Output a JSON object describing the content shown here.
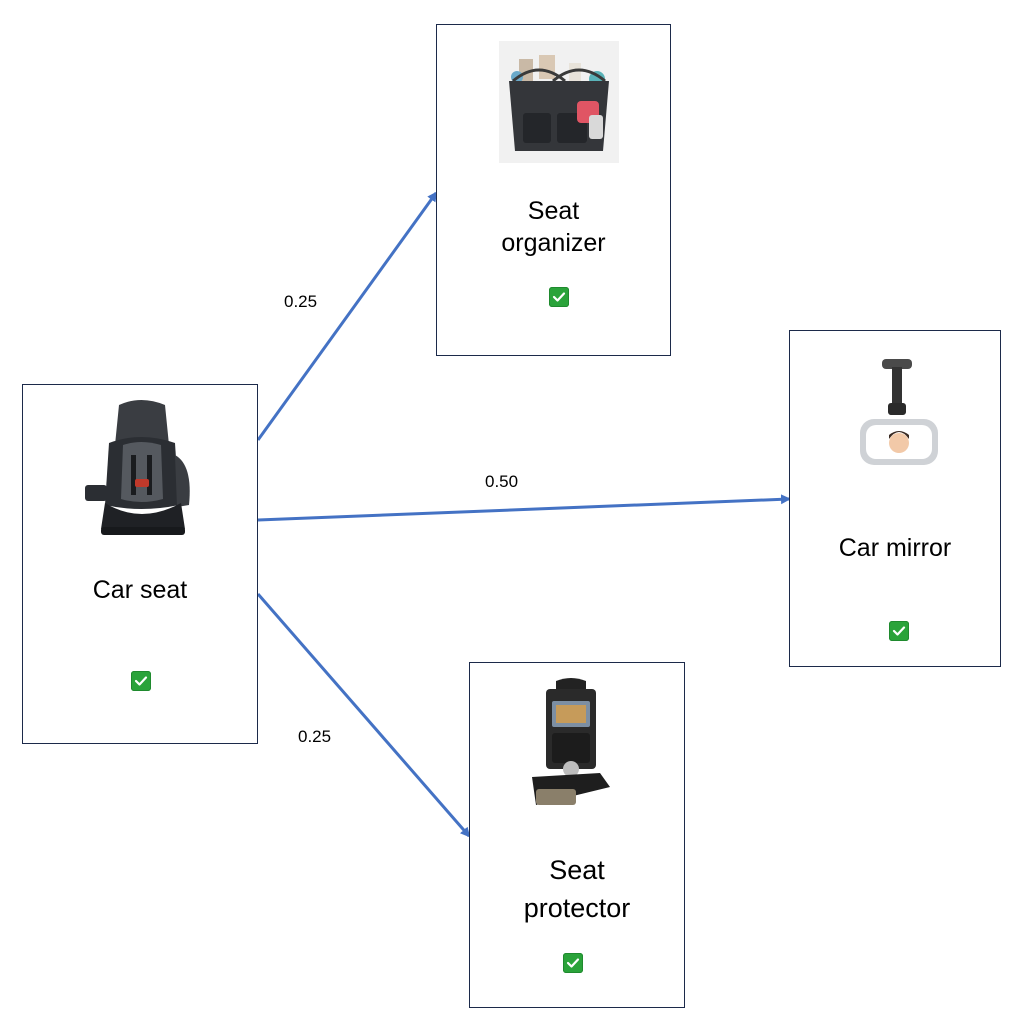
{
  "nodes": {
    "car_seat": {
      "label": "Car seat",
      "checked": true
    },
    "seat_organizer": {
      "label": "Seat\norganizer",
      "checked": true
    },
    "car_mirror": {
      "label": "Car mirror",
      "checked": true
    },
    "seat_protector": {
      "label": "Seat\nprotector",
      "checked": true
    }
  },
  "edges": [
    {
      "from": "car_seat",
      "to": "seat_organizer",
      "weight": "0.25"
    },
    {
      "from": "car_seat",
      "to": "car_mirror",
      "weight": "0.50"
    },
    {
      "from": "car_seat",
      "to": "seat_protector",
      "weight": "0.25"
    }
  ],
  "colors": {
    "edge": "#4472c4",
    "card_border": "#1c2a4a",
    "check_green": "#2aa33a"
  }
}
